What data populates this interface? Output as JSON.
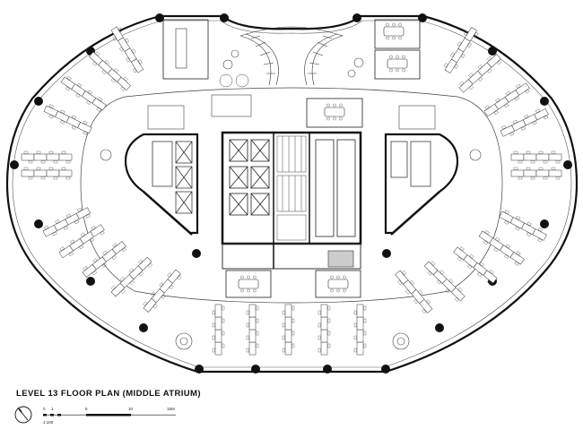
{
  "title": "LEVEL 13 FLOOR PLAN (MIDDLE  ATRIUM)",
  "scale": {
    "ratio": "1:100",
    "ticks": [
      "0",
      "1",
      "5",
      "10",
      "15M"
    ]
  },
  "icons": [
    "north-arrow-icon"
  ]
}
